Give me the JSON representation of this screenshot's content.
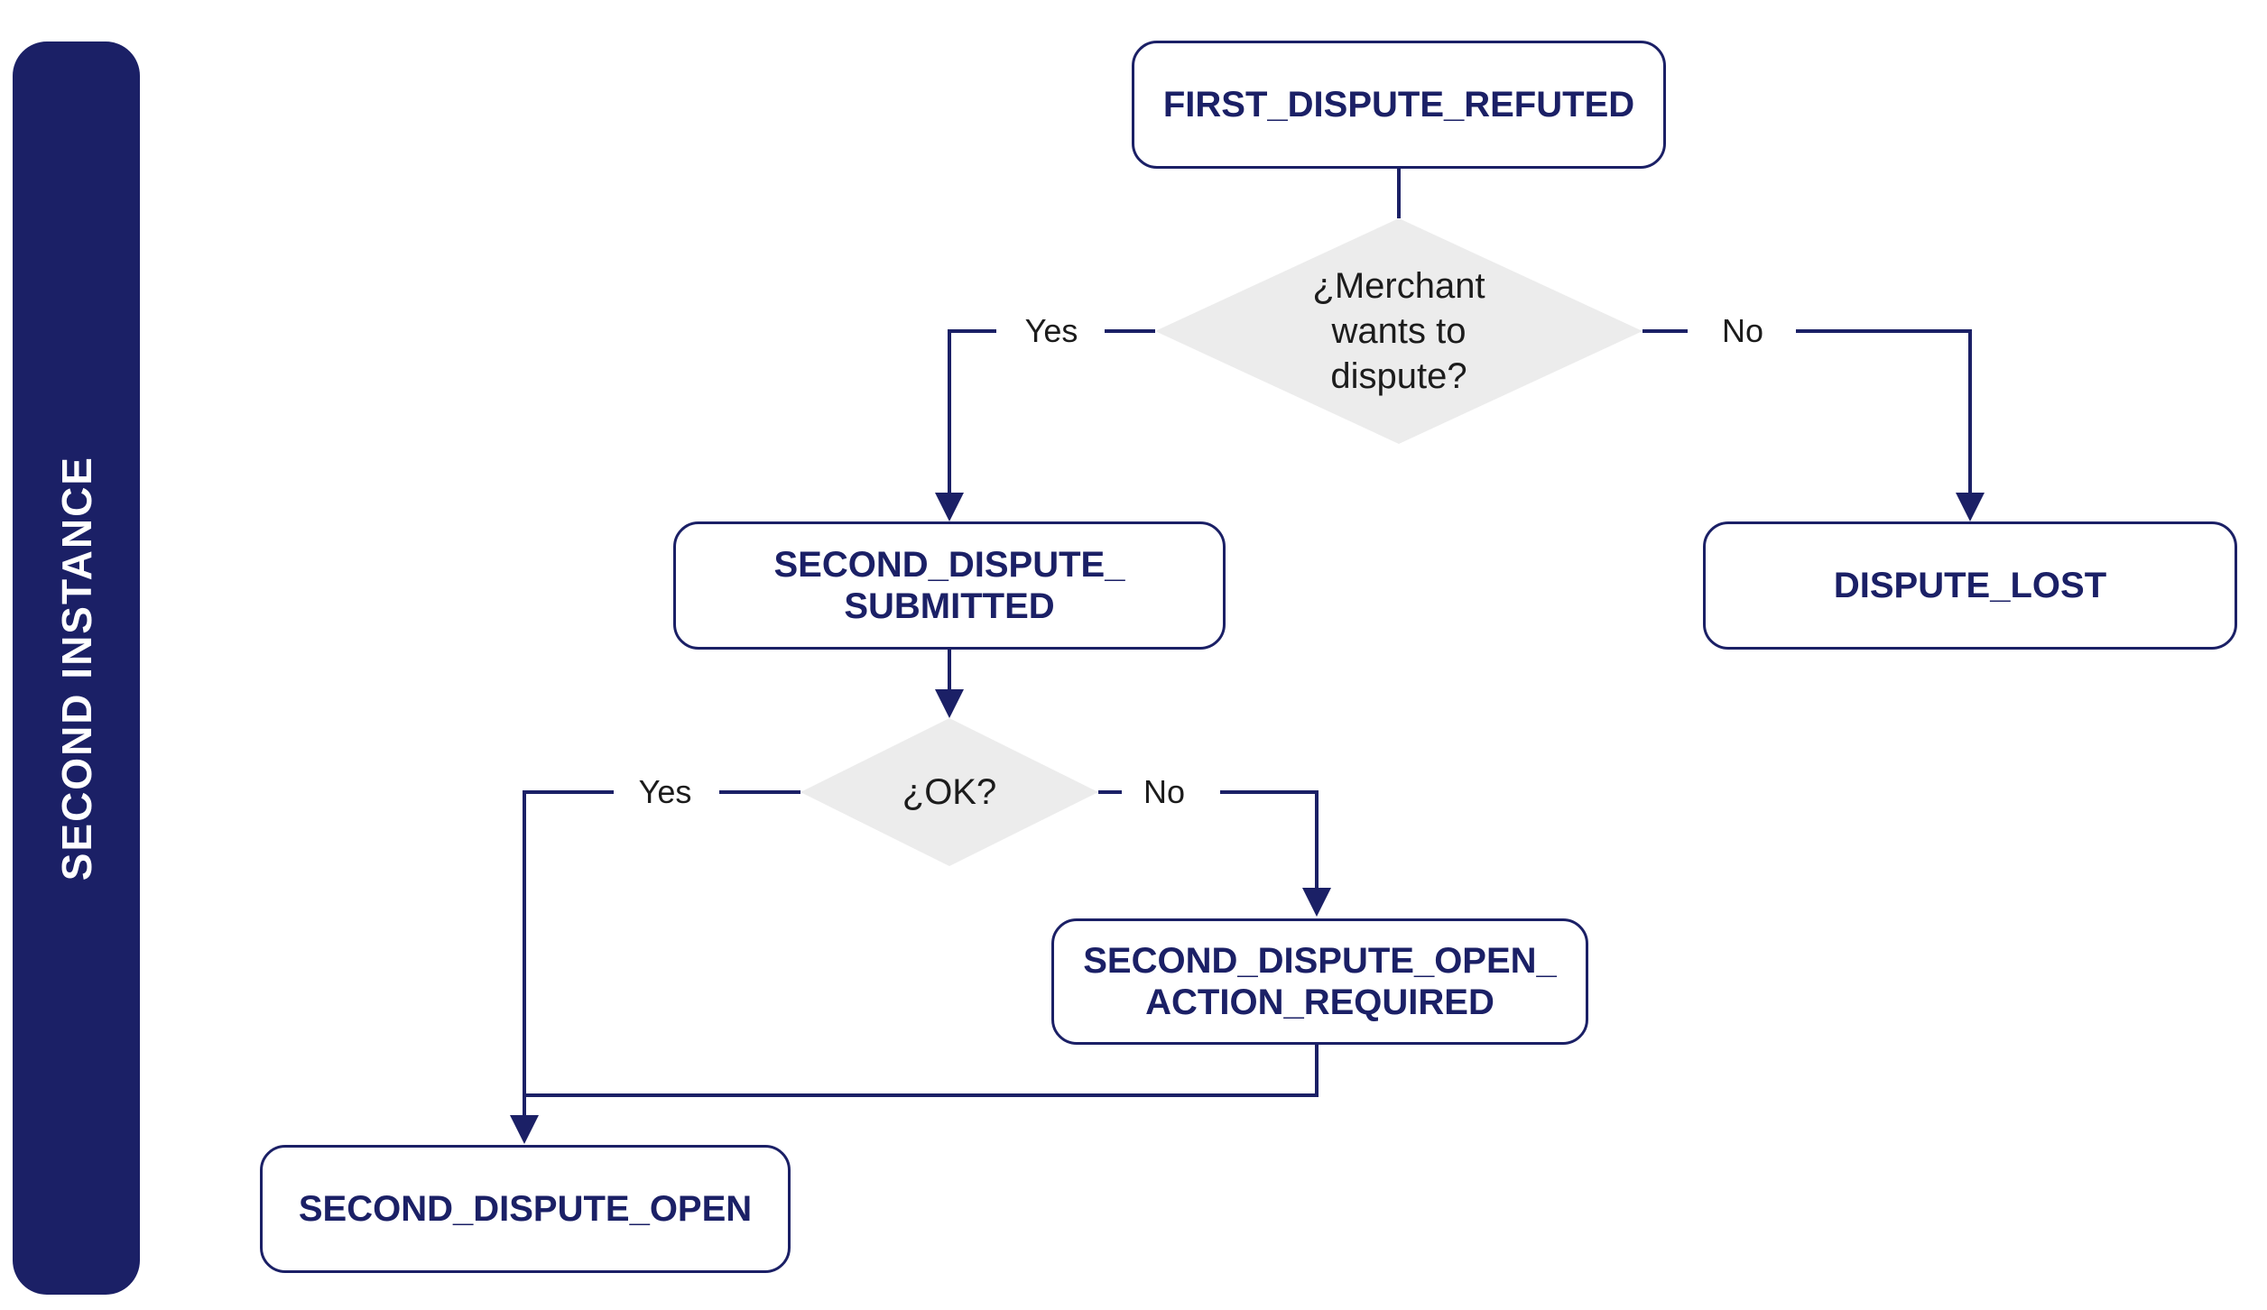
{
  "colors": {
    "navy": "#1b2066",
    "diamond-fill": "#ececec",
    "text-dark": "#1c1c1c",
    "white": "#ffffff",
    "background": "#ffffff"
  },
  "sidebar": {
    "label": "SECOND INSTANCE"
  },
  "nodes": {
    "first_dispute_refuted": {
      "label": "FIRST_DISPUTE_REFUTED"
    },
    "second_dispute_submitted": {
      "label": "SECOND_DISPUTE_\nSUBMITTED"
    },
    "dispute_lost": {
      "label": "DISPUTE_LOST"
    },
    "second_dispute_open_action_required": {
      "label": "SECOND_DISPUTE_OPEN_\nACTION_REQUIRED"
    },
    "second_dispute_open": {
      "label": "SECOND_DISPUTE_OPEN"
    }
  },
  "decisions": {
    "merchant_wants_to_dispute": {
      "label": "¿Merchant\nwants to\ndispute?"
    },
    "ok": {
      "label": "¿OK?"
    }
  },
  "edge_labels": {
    "merchant_yes": "Yes",
    "merchant_no": "No",
    "ok_yes": "Yes",
    "ok_no": "No"
  }
}
